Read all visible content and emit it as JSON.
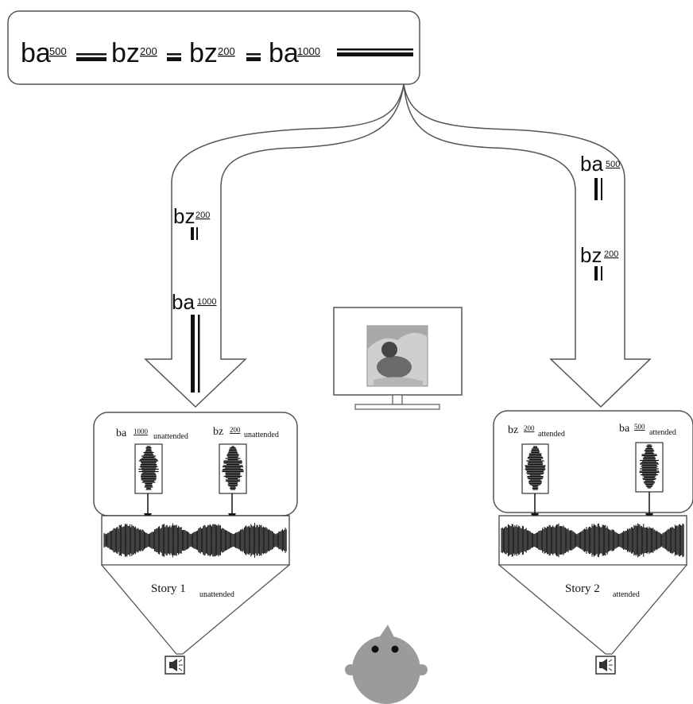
{
  "sequence": [
    {
      "syl": "ba",
      "dur": "500"
    },
    {
      "syl": "bz",
      "dur": "200"
    },
    {
      "syl": "bz",
      "dur": "200"
    },
    {
      "syl": "ba",
      "dur": "1000"
    }
  ],
  "left_stream": [
    {
      "syl": "bz",
      "dur": "200"
    },
    {
      "syl": "ba",
      "dur": "1000"
    }
  ],
  "right_stream": [
    {
      "syl": "ba",
      "dur": "500"
    },
    {
      "syl": "bz",
      "dur": "200"
    }
  ],
  "left_box": {
    "items": [
      {
        "syl": "ba",
        "dur": "1000",
        "cond": "unattended"
      },
      {
        "syl": "bz",
        "dur": "200",
        "cond": "unattended"
      }
    ],
    "story": "Story 1",
    "story_cond": "unattended"
  },
  "right_box": {
    "items": [
      {
        "syl": "bz",
        "dur": "200",
        "cond": "attended"
      },
      {
        "syl": "ba",
        "dur": "500",
        "cond": "attended"
      }
    ],
    "story": "Story 2",
    "story_cond": "attended"
  },
  "icons": {
    "left_speaker": "speaker-icon",
    "right_speaker": "speaker-icon",
    "monitor": "monitor-icon",
    "listener": "head-icon"
  },
  "colors": {
    "stroke": "#555555",
    "ink": "#111111",
    "head": "#9b9b9b",
    "picture": "#8a8a8a"
  }
}
